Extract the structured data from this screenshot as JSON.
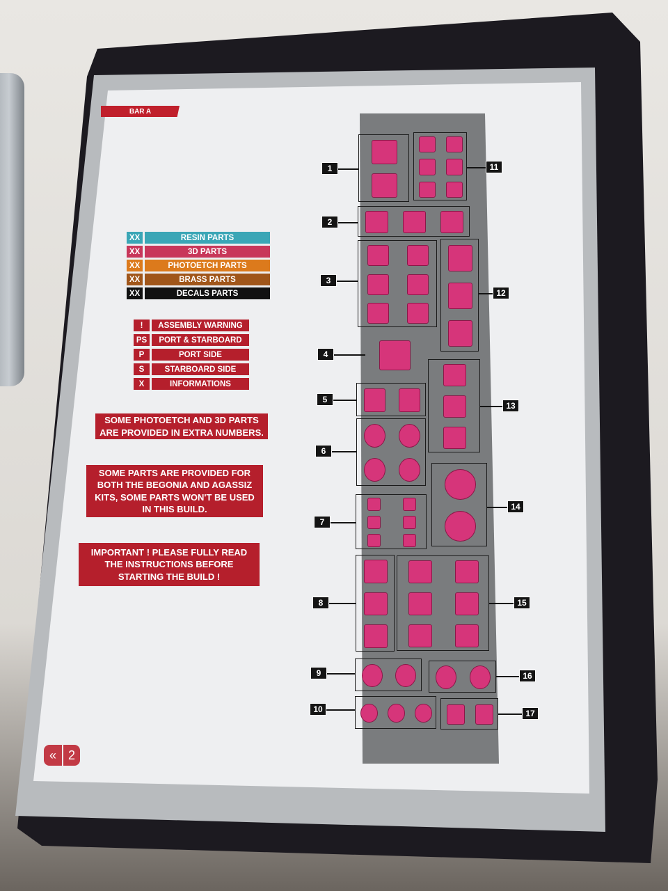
{
  "header": {
    "tab": "BAR A"
  },
  "legend_materials": [
    {
      "code": "XX",
      "label": "RESIN PARTS",
      "color": "#3aa6b6"
    },
    {
      "code": "XX",
      "label": "3D PARTS",
      "color": "#c8375a"
    },
    {
      "code": "XX",
      "label": "PHOTOETCH PARTS",
      "color": "#dc7a1c"
    },
    {
      "code": "XX",
      "label": "BRASS PARTS",
      "color": "#a0561a"
    },
    {
      "code": "XX",
      "label": "DECALS PARTS",
      "color": "#111111"
    }
  ],
  "legend_symbols": [
    {
      "code": "!",
      "label": "ASSEMBLY WARNING"
    },
    {
      "code": "PS",
      "label": "PORT & STARBOARD"
    },
    {
      "code": "P",
      "label": "PORT SIDE"
    },
    {
      "code": "S",
      "label": "STARBOARD SIDE"
    },
    {
      "code": "X",
      "label": "INFORMATIONS"
    }
  ],
  "notes": [
    "SOME PHOTOETCH AND 3D PARTS ARE PROVIDED IN EXTRA NUMBERS.",
    "SOME PARTS ARE PROVIDED FOR BOTH THE BEGONIA AND AGASSIZ KITS, SOME PARTS WON'T BE USED IN THIS BUILD.",
    "IMPORTANT ! PLEASE FULLY READ THE INSTRUCTIONS BEFORE STARTING THE BUILD !"
  ],
  "part_numbers": [
    "1",
    "2",
    "3",
    "4",
    "5",
    "6",
    "7",
    "8",
    "9",
    "10",
    "11",
    "12",
    "13",
    "14",
    "15",
    "16",
    "17"
  ],
  "footer": {
    "back_icon": "«",
    "page": "2"
  }
}
